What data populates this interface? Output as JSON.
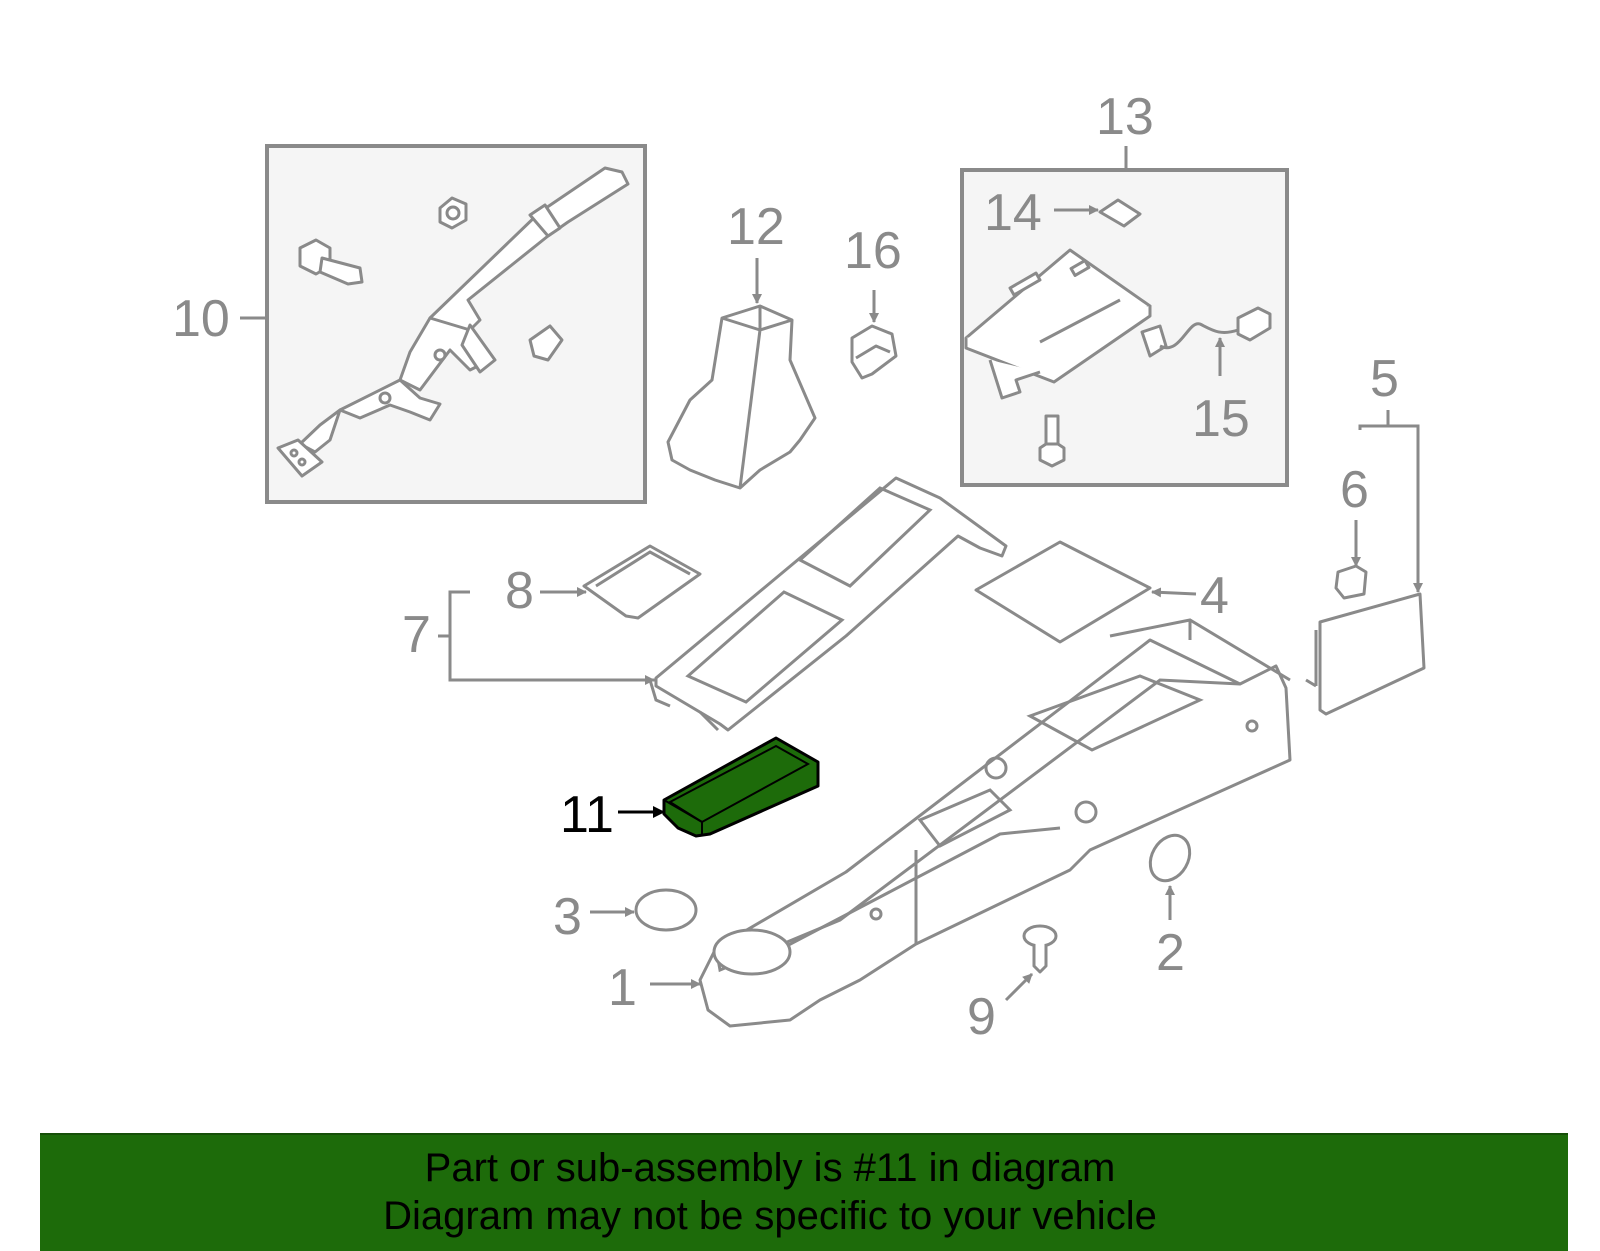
{
  "callouts": {
    "c1": "1",
    "c2": "2",
    "c3": "3",
    "c4": "4",
    "c5": "5",
    "c6": "6",
    "c7": "7",
    "c8": "8",
    "c9": "9",
    "c10": "10",
    "c11": "11",
    "c12": "12",
    "c13": "13",
    "c14": "14",
    "c15": "15",
    "c16": "16"
  },
  "highlight": {
    "part_number": "11",
    "fill_color": "#1d6b0a"
  },
  "banner": {
    "line1": "Part or sub-assembly is #11 in diagram",
    "line2": "Diagram may not be specific to your vehicle",
    "background": "#1d6b0a"
  }
}
